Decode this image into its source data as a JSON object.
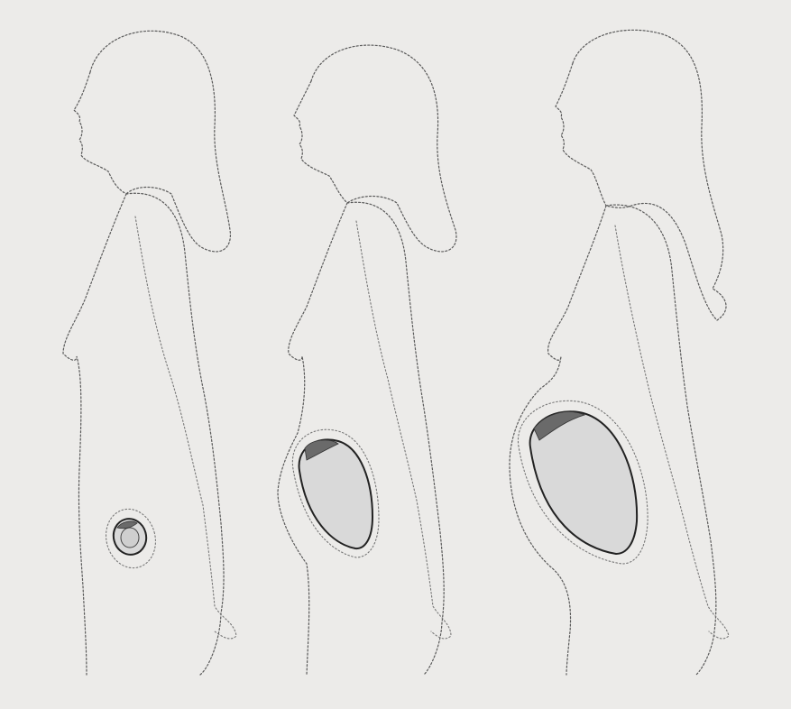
{
  "figure": {
    "panels": [
      {
        "stage": "early",
        "uterus_scale": "small"
      },
      {
        "stage": "middle",
        "uterus_scale": "medium"
      },
      {
        "stage": "late",
        "uterus_scale": "large"
      }
    ],
    "colors": {
      "background": "#ecebe9",
      "outline": "#5a5a5a",
      "uterus_wall": "#222222",
      "placenta": "#6a6a6a"
    }
  }
}
